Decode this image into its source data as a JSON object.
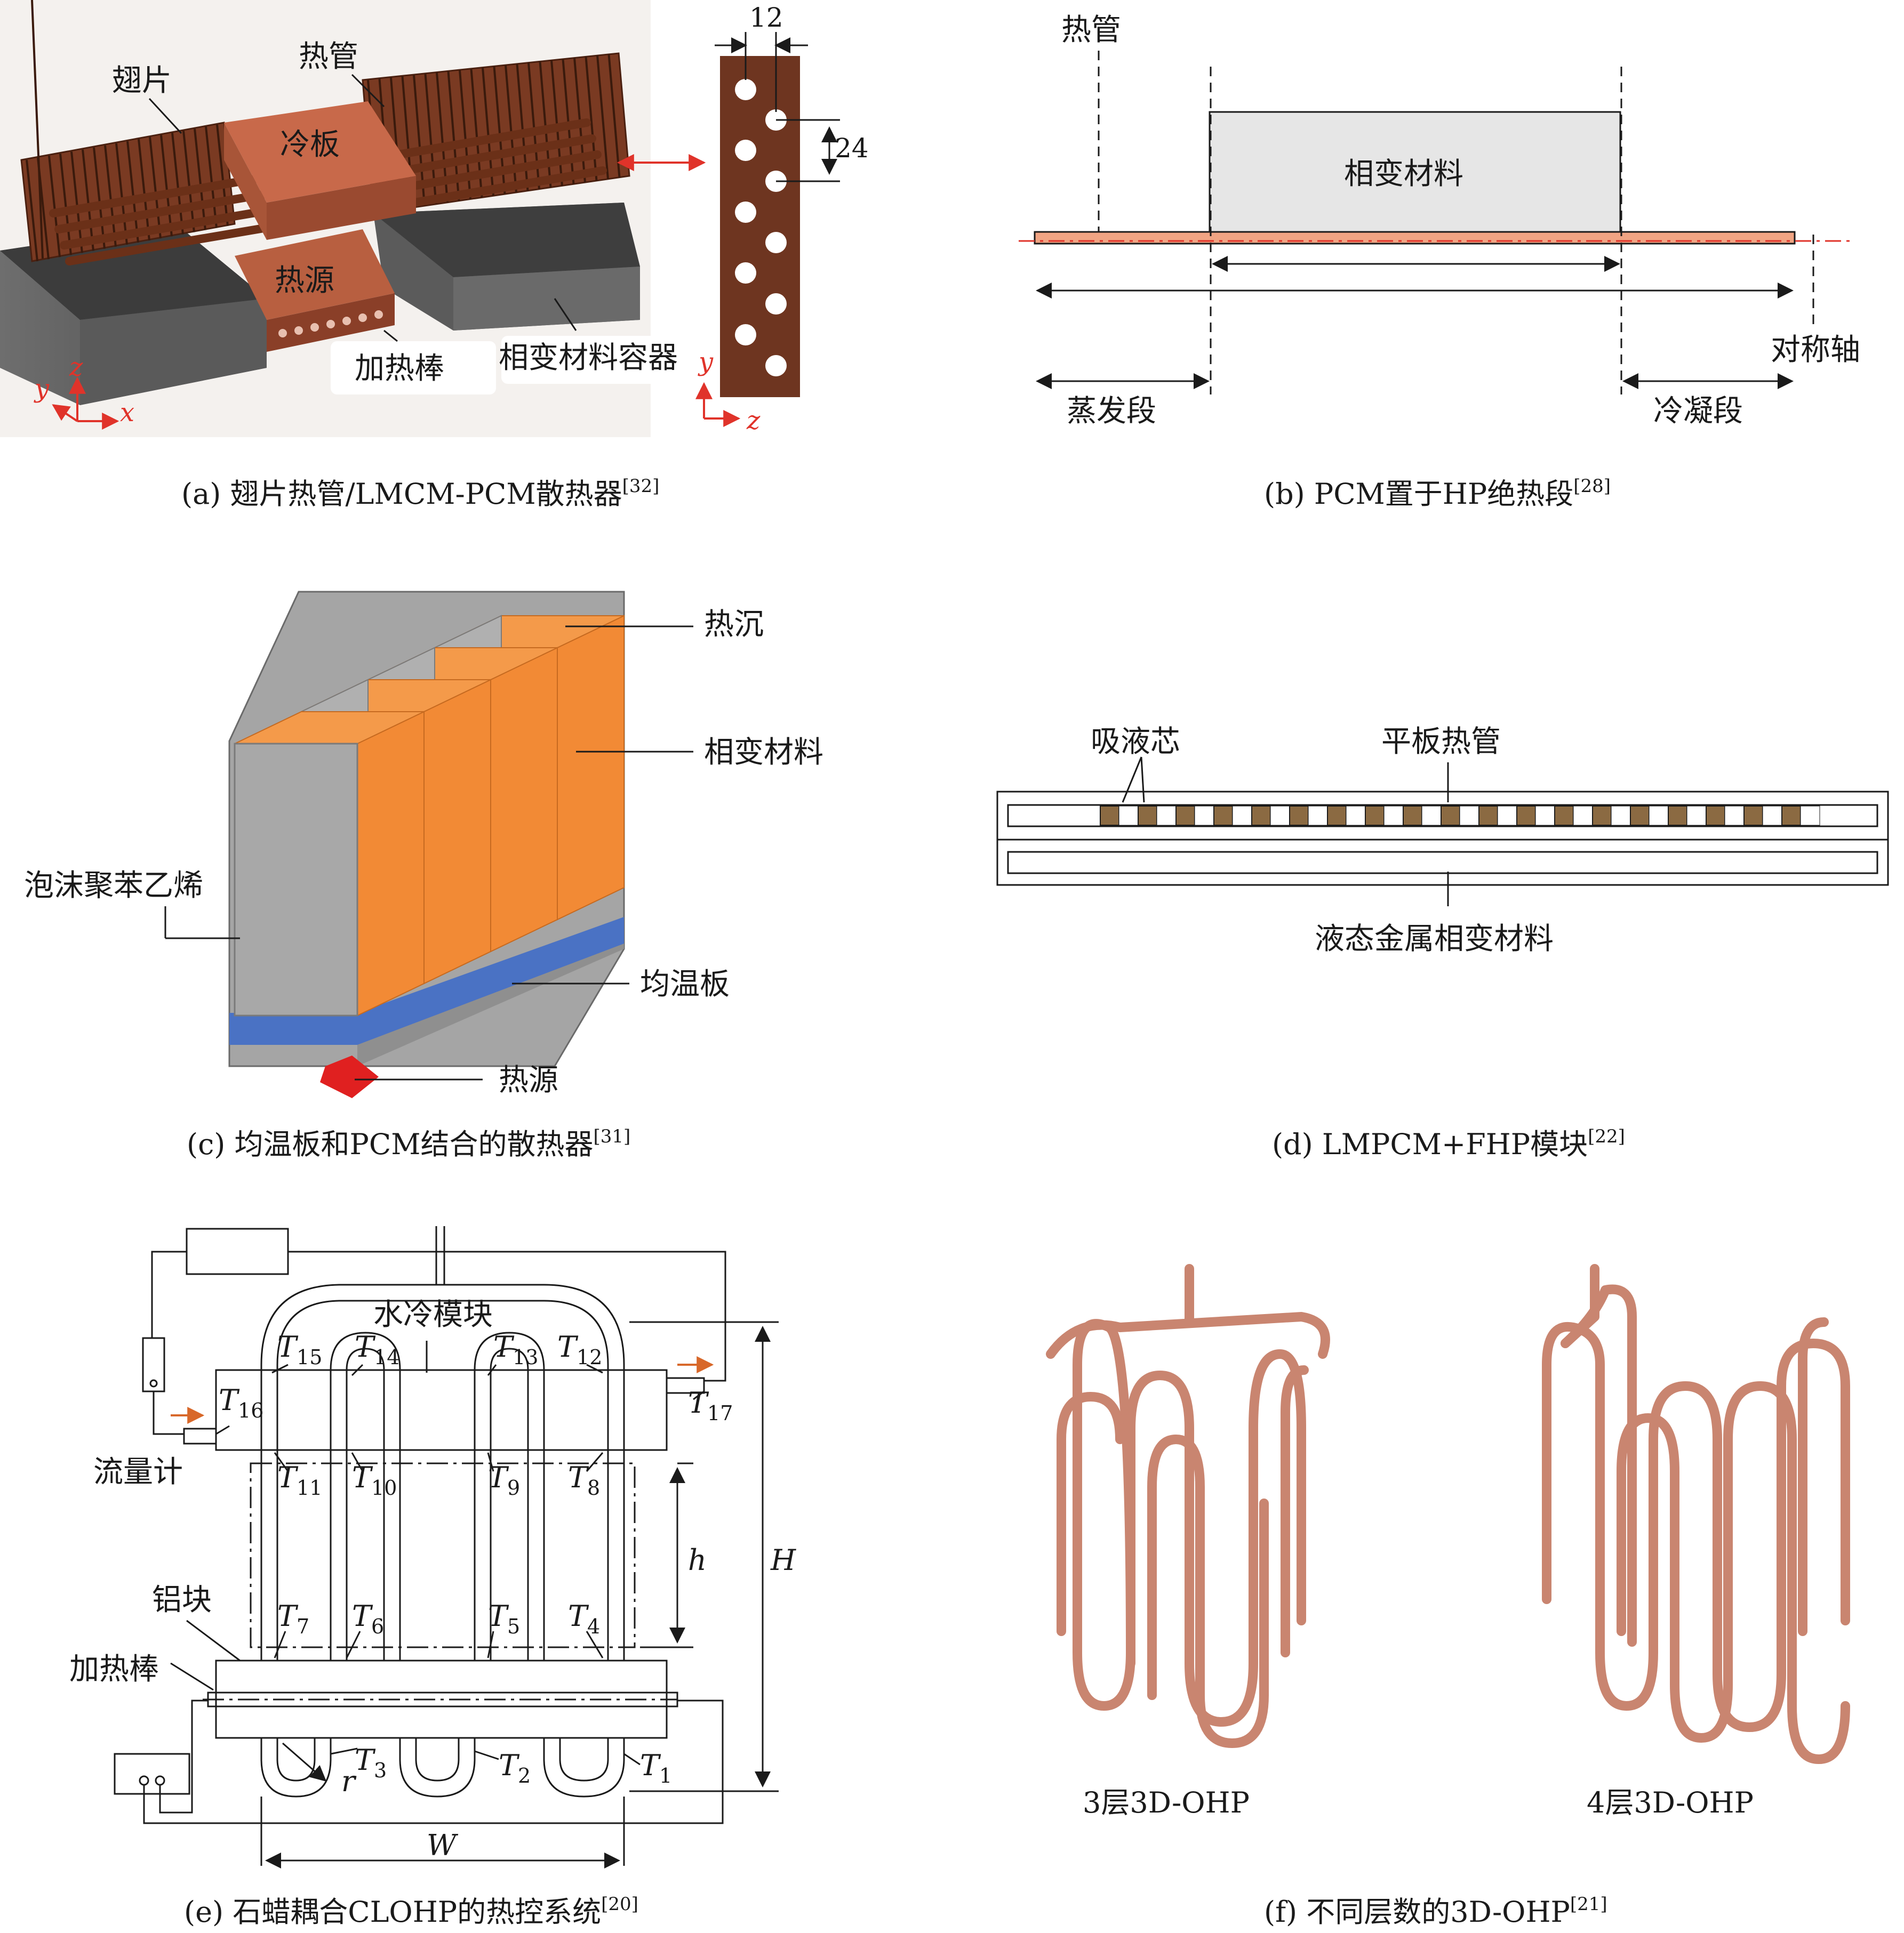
{
  "panel_a": {
    "caption": "(a) 翅片热管/LMCM-PCM散热器",
    "ref": "[32]",
    "fin": "翅片",
    "heat_pipe": "热管",
    "cold_plate": "冷板",
    "heat_source": "热源",
    "heating_rod": "加热棒",
    "pcm_container": "相变材料容器",
    "dim_12": "12",
    "dim_24": "24",
    "axis_x": "x",
    "axis_y": "y",
    "axis_z": "z",
    "axis2_y": "y",
    "axis2_z": "z"
  },
  "panel_b": {
    "caption": "(b) PCM置于HP绝热段",
    "ref": "[28]",
    "heat_pipe": "热管",
    "pcm": "相变材料",
    "symmetry_axis": "对称轴",
    "evaporator": "蒸发段",
    "condenser": "冷凝段"
  },
  "panel_c": {
    "caption": "(c) 均温板和PCM结合的散热器",
    "ref": "[31]",
    "heat_sink": "热沉",
    "pcm": "相变材料",
    "eps_foam": "泡沫聚苯乙烯",
    "vapor_chamber": "均温板",
    "heat_source": "热源"
  },
  "panel_d": {
    "caption": "(d) LMPCM+FHP模块",
    "ref": "[22]",
    "wick": "吸液芯",
    "flat_heat_pipe": "平板热管",
    "lm_pcm": "液态金属相变材料"
  },
  "panel_e": {
    "caption": "(e) 石蜡耦合CLOHP的热控系统",
    "ref": "[20]",
    "water_module": "水冷模块",
    "flowmeter": "流量计",
    "aluminum_block": "铝块",
    "heating_rod": "加热棒",
    "sensors": {
      "t15": "15",
      "t14": "14",
      "t13": "13",
      "t12": "12",
      "t16": "16",
      "t17": "17",
      "t11": "11",
      "t10": "10",
      "t9": "9",
      "t8": "8",
      "t7": "7",
      "t6": "6",
      "t5": "5",
      "t4": "4",
      "t3": "3",
      "t2": "2",
      "t1": "1"
    },
    "T": "T",
    "h": "h",
    "H": "H",
    "W": "W",
    "r": "r"
  },
  "panel_f": {
    "caption": "(f) 不同层数的3D-OHP",
    "ref": "[21]",
    "label_3": "3层3D-OHP",
    "label_4": "4层3D-OHP"
  },
  "colors": {
    "copper": "#8a4a2e",
    "copper_dark": "#5a2e1a",
    "cold_plate": "#c8694a",
    "orange_pcm": "#f28a35",
    "gray_box": "#9a9a9a",
    "blue_plate": "#4a72c4",
    "red_source": "#e02020",
    "pipe_pink": "#c98570"
  }
}
